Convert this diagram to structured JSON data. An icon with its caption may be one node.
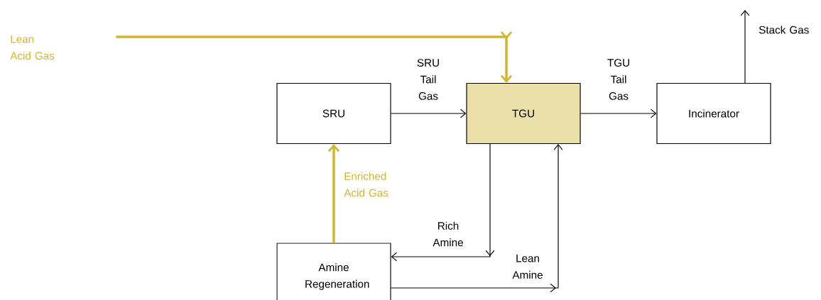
{
  "diagram": {
    "nodes": [
      {
        "text": [
          "Lean Acid Gas"
        ]
      },
      {
        "text": [
          "SRU"
        ]
      },
      {
        "text": [
          "TGU"
        ]
      },
      {
        "text": [
          "Incinerator"
        ]
      },
      {
        "text": [
          "Amine Regeneration"
        ]
      }
    ],
    "edges": [
      {
        "from": 0,
        "to": 2,
        "arrow": "to",
        "style": "thick",
        "color": "#d4b52c"
      },
      {
        "from": 1,
        "to": 2,
        "arrow": "to",
        "label": "SRU Tail Gas"
      },
      {
        "from": 2,
        "to": 3,
        "arrow": "to",
        "label": "TGU Tail Gas"
      },
      {
        "from": 3,
        "to": null,
        "arrow": "to",
        "label": "Stack Gas"
      },
      {
        "from": 4,
        "to": 1,
        "arrow": "to",
        "style": "thick",
        "color": "#d4b52c",
        "label": "Enriched Acid Gas"
      },
      {
        "from": 2,
        "to": 4,
        "arrow": "to",
        "label": "Rich Amine"
      },
      {
        "from": 4,
        "to": 2,
        "arrow": "to",
        "label": "Lean Amine"
      }
    ]
  }
}
